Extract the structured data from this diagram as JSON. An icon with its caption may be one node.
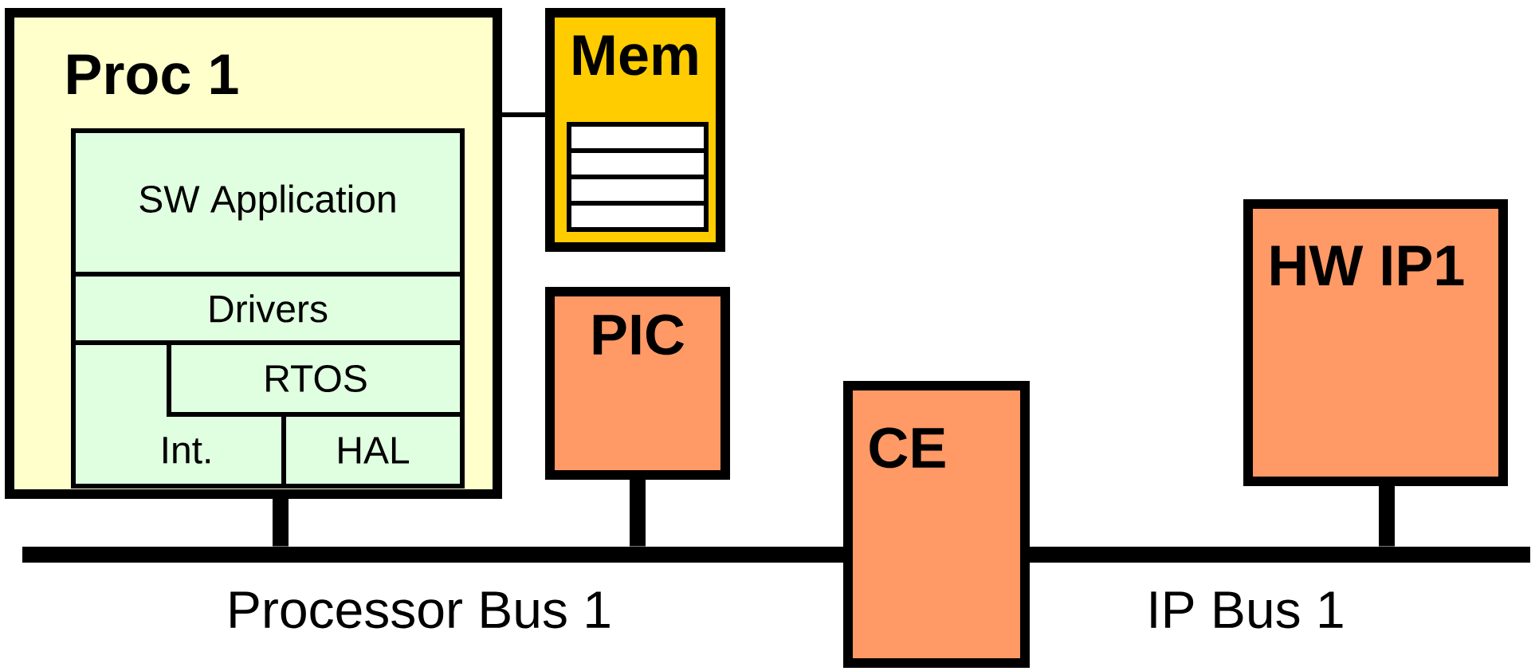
{
  "diagram": {
    "nodes": [
      {
        "text": [
          "Proc 1"
        ]
      },
      {
        "text": [
          "SW Application"
        ],
        "in": 0
      },
      {
        "text": [
          "Drivers"
        ],
        "in": 0
      },
      {
        "text": [
          "RTOS"
        ],
        "in": 0
      },
      {
        "text": [
          "Int."
        ],
        "in": 0
      },
      {
        "text": [
          "HAL"
        ],
        "in": 0
      },
      {
        "text": [
          "Mem"
        ]
      },
      {
        "text": [
          "PIC"
        ]
      },
      {
        "text": [
          "CE"
        ]
      },
      {
        "text": [
          "HW IP1"
        ]
      },
      {
        "text": [
          "Processor Bus 1"
        ]
      },
      {
        "text": [
          "IP Bus 1"
        ]
      }
    ],
    "edges": [
      {
        "from": 0,
        "to": 6,
        "arrow": "none"
      },
      {
        "from": 0,
        "to": 10,
        "arrow": "none"
      },
      {
        "from": 7,
        "to": 10,
        "arrow": "none"
      },
      {
        "from": 9,
        "to": 11,
        "arrow": "none"
      }
    ]
  }
}
